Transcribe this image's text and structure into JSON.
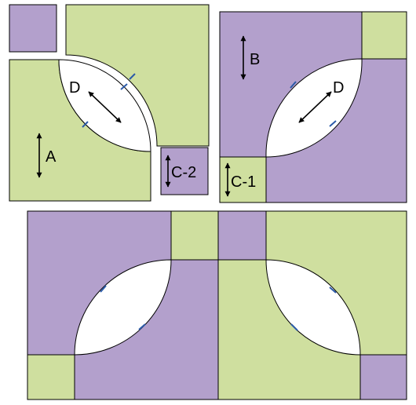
{
  "colors": {
    "green": "#cfdf9f",
    "purple": "#b3a0cc",
    "white": "#ffffff",
    "outline": "#000000",
    "tick": "#2b5aa8"
  },
  "labels": {
    "a": "A",
    "b": "B",
    "c1": "C-1",
    "c2": "C-2",
    "d_left": "D",
    "d_right": "D"
  }
}
